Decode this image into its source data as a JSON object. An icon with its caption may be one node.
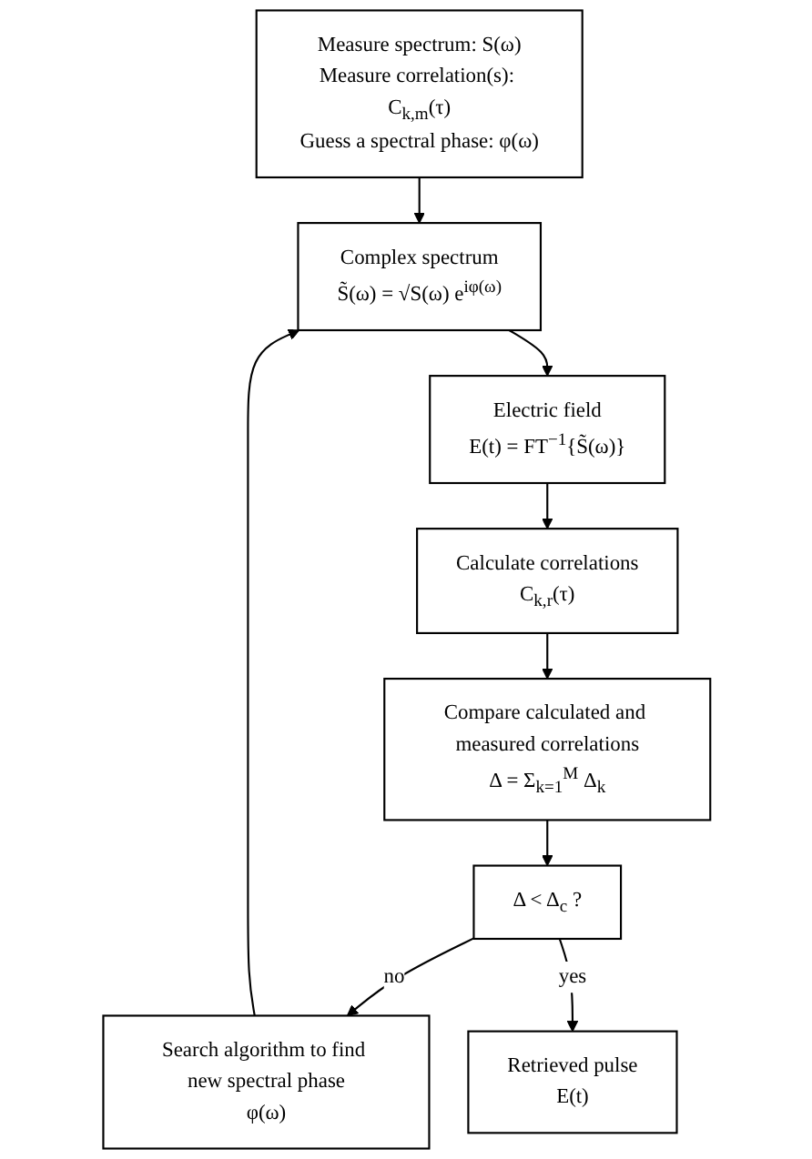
{
  "diagram": {
    "nodes": [
      {
        "text": [
          "Measure spectrum: S(ω)",
          "Measure correlation(s): C$_{k,m}$(τ)",
          "Guess a spectral phase: φ(ω)"
        ]
      },
      {
        "text": [
          "Complex spectrum",
          "S̃(ω) = √S(ω) e$^{iφ(ω)}$"
        ]
      },
      {
        "text": [
          "Electric field",
          "E(t) = FT$^{−1}${S̃(ω)}"
        ]
      },
      {
        "text": [
          "Calculate correlations",
          "C$_{k,r}$(τ)"
        ]
      },
      {
        "text": [
          "Compare calculated and measured correlations",
          "Δ = Σ$_{k=1}$$^{M}$ Δ$_{k}$"
        ]
      },
      {
        "text": [
          "Δ < Δ$_{c}$ ?"
        ]
      },
      {
        "text": [
          "Search algorithm to find new spectral phase",
          "φ(ω)"
        ]
      },
      {
        "text": [
          "Retrieved pulse",
          "E(t)"
        ]
      }
    ],
    "edges": [
      {
        "from": 0,
        "to": 1,
        "arrow": "to"
      },
      {
        "from": 1,
        "to": 2,
        "arrow": "to"
      },
      {
        "from": 2,
        "to": 3,
        "arrow": "to"
      },
      {
        "from": 3,
        "to": 4,
        "arrow": "to"
      },
      {
        "from": 4,
        "to": 5,
        "arrow": "to"
      },
      {
        "from": 5,
        "to": 6,
        "arrow": "to",
        "label": "no"
      },
      {
        "from": 6,
        "to": 1,
        "arrow": "to"
      },
      {
        "from": 5,
        "to": 7,
        "arrow": "to",
        "label": "yes"
      }
    ]
  }
}
